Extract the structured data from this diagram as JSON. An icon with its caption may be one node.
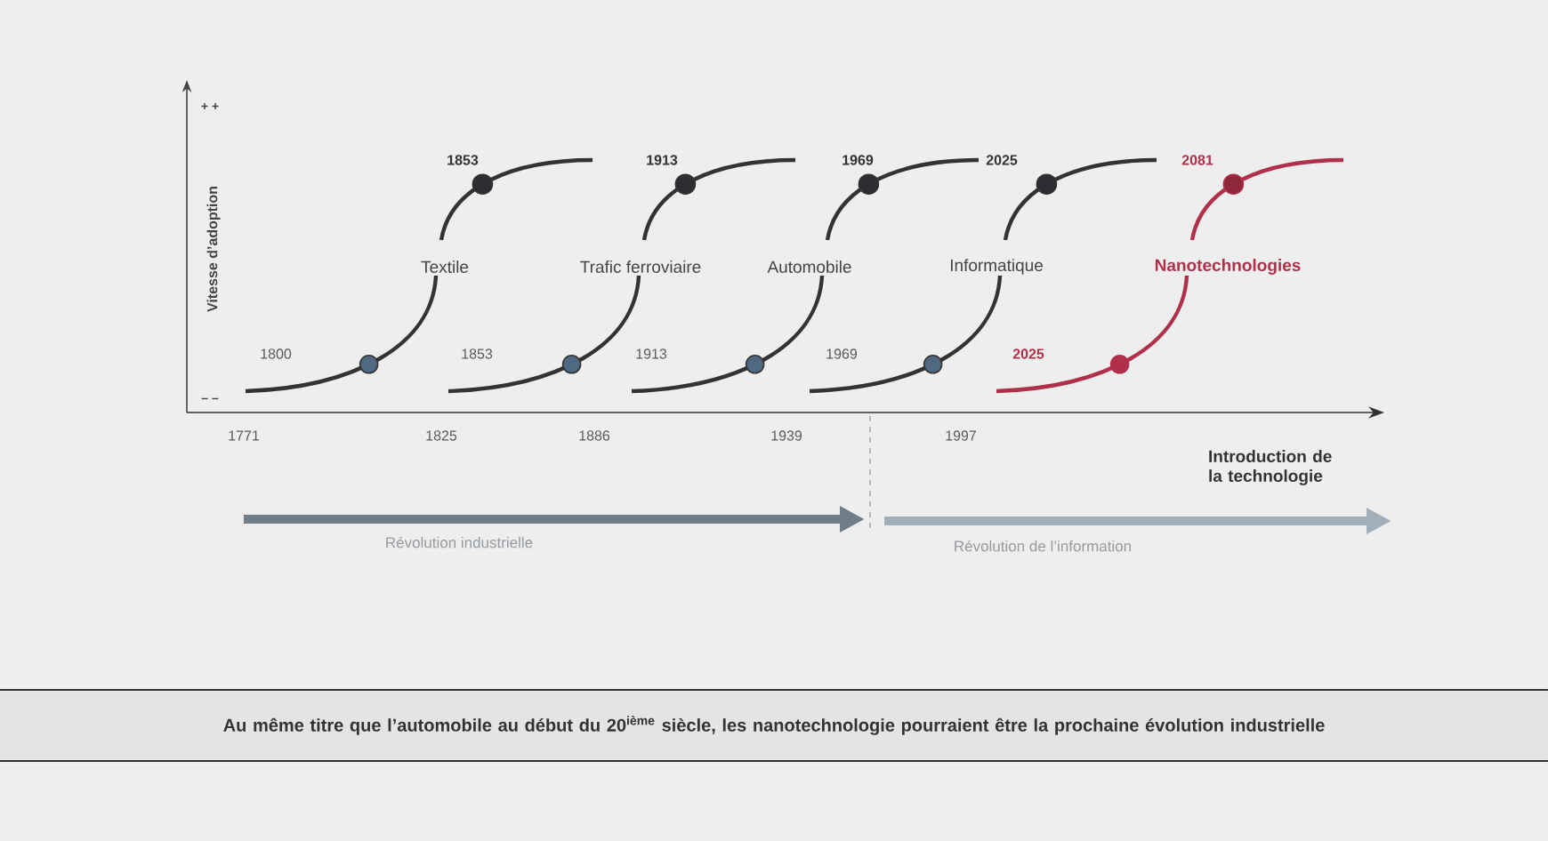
{
  "diagram": {
    "nodes": [
      {
        "text": [
          "Au même titre que l’automobile au début du 20$^{ième}$ siècle, les nanotechnologie pourraient être la prochaine évolution industrielle"
        ]
      }
    ],
    "labels": [
      "+ +",
      "Vitesse d’adoption",
      "1853",
      "1913",
      "1969",
      "2025",
      "2081",
      "Textile",
      "Trafic ferroviaire",
      "Automobile",
      "Informatique",
      "Nanotechnologies",
      "1800",
      "1853",
      "1913",
      "1969",
      "2025",
      "– –",
      "1771",
      "1825",
      "1886",
      "1939",
      "1997",
      "Introduction de la technologie",
      "Révolution industrielle",
      "Révolution de l’information"
    ]
  }
}
